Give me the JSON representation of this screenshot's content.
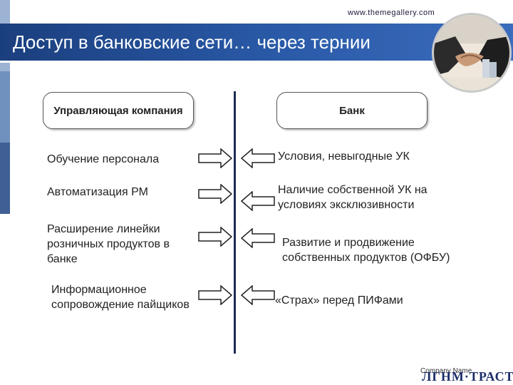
{
  "header": {
    "site_url": "www.themegallery.com",
    "title": "Доступ в банковские сети… через тернии"
  },
  "boxes": {
    "left": "Управляющая компания",
    "right": "Банк"
  },
  "left_items": [
    "Обучение персонала",
    "Автоматизация РМ",
    "Расширение линейки розничных продуктов в банке",
    "Информационное сопровождение пайщиков"
  ],
  "right_items": [
    "Условия, невыгодные УК",
    "Наличие собственной УК на условиях эксклюзивности",
    "Развитие и продвижение собственных продуктов (ОФБУ)",
    "«Страх» перед ПИФами"
  ],
  "footer": {
    "company_name": "Company Name",
    "logo_text": "ЛГНМ·ТРАСТ"
  },
  "colors": {
    "title_band": "#2a5aa8",
    "divider": "#1e2c55",
    "logo": "#1b2e6a"
  }
}
